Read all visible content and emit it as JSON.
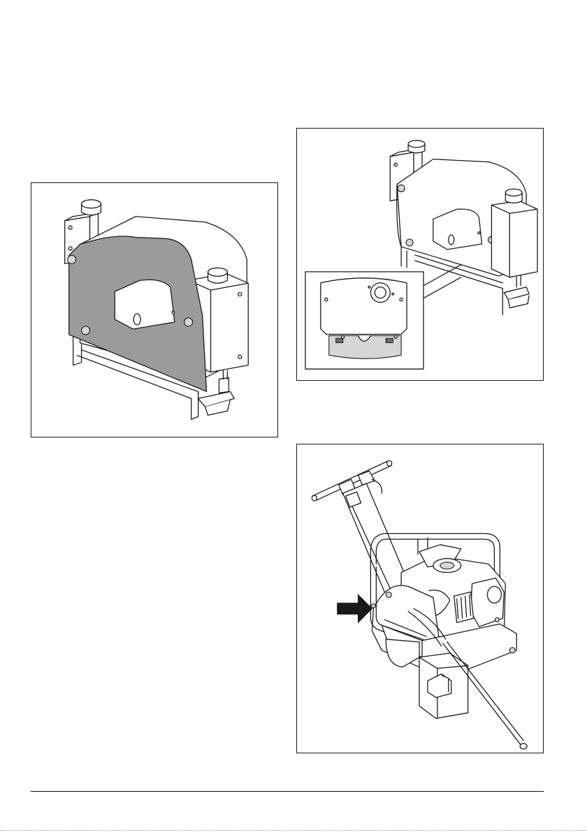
{
  "page": {
    "figures": [
      {
        "id": "fig1",
        "name": "blade-guard-cover-highlighted"
      },
      {
        "id": "fig2",
        "name": "blade-guard-with-inset-detail"
      },
      {
        "id": "fig3",
        "name": "floor-saw-overview-with-arrow"
      }
    ]
  },
  "colors": {
    "line": "#1a1a1a",
    "highlight_fill": "#9b9b9b",
    "arrow_fill": "#1a1a1a",
    "background": "#ffffff"
  },
  "icons": {
    "arrow": "arrow-right-icon"
  }
}
